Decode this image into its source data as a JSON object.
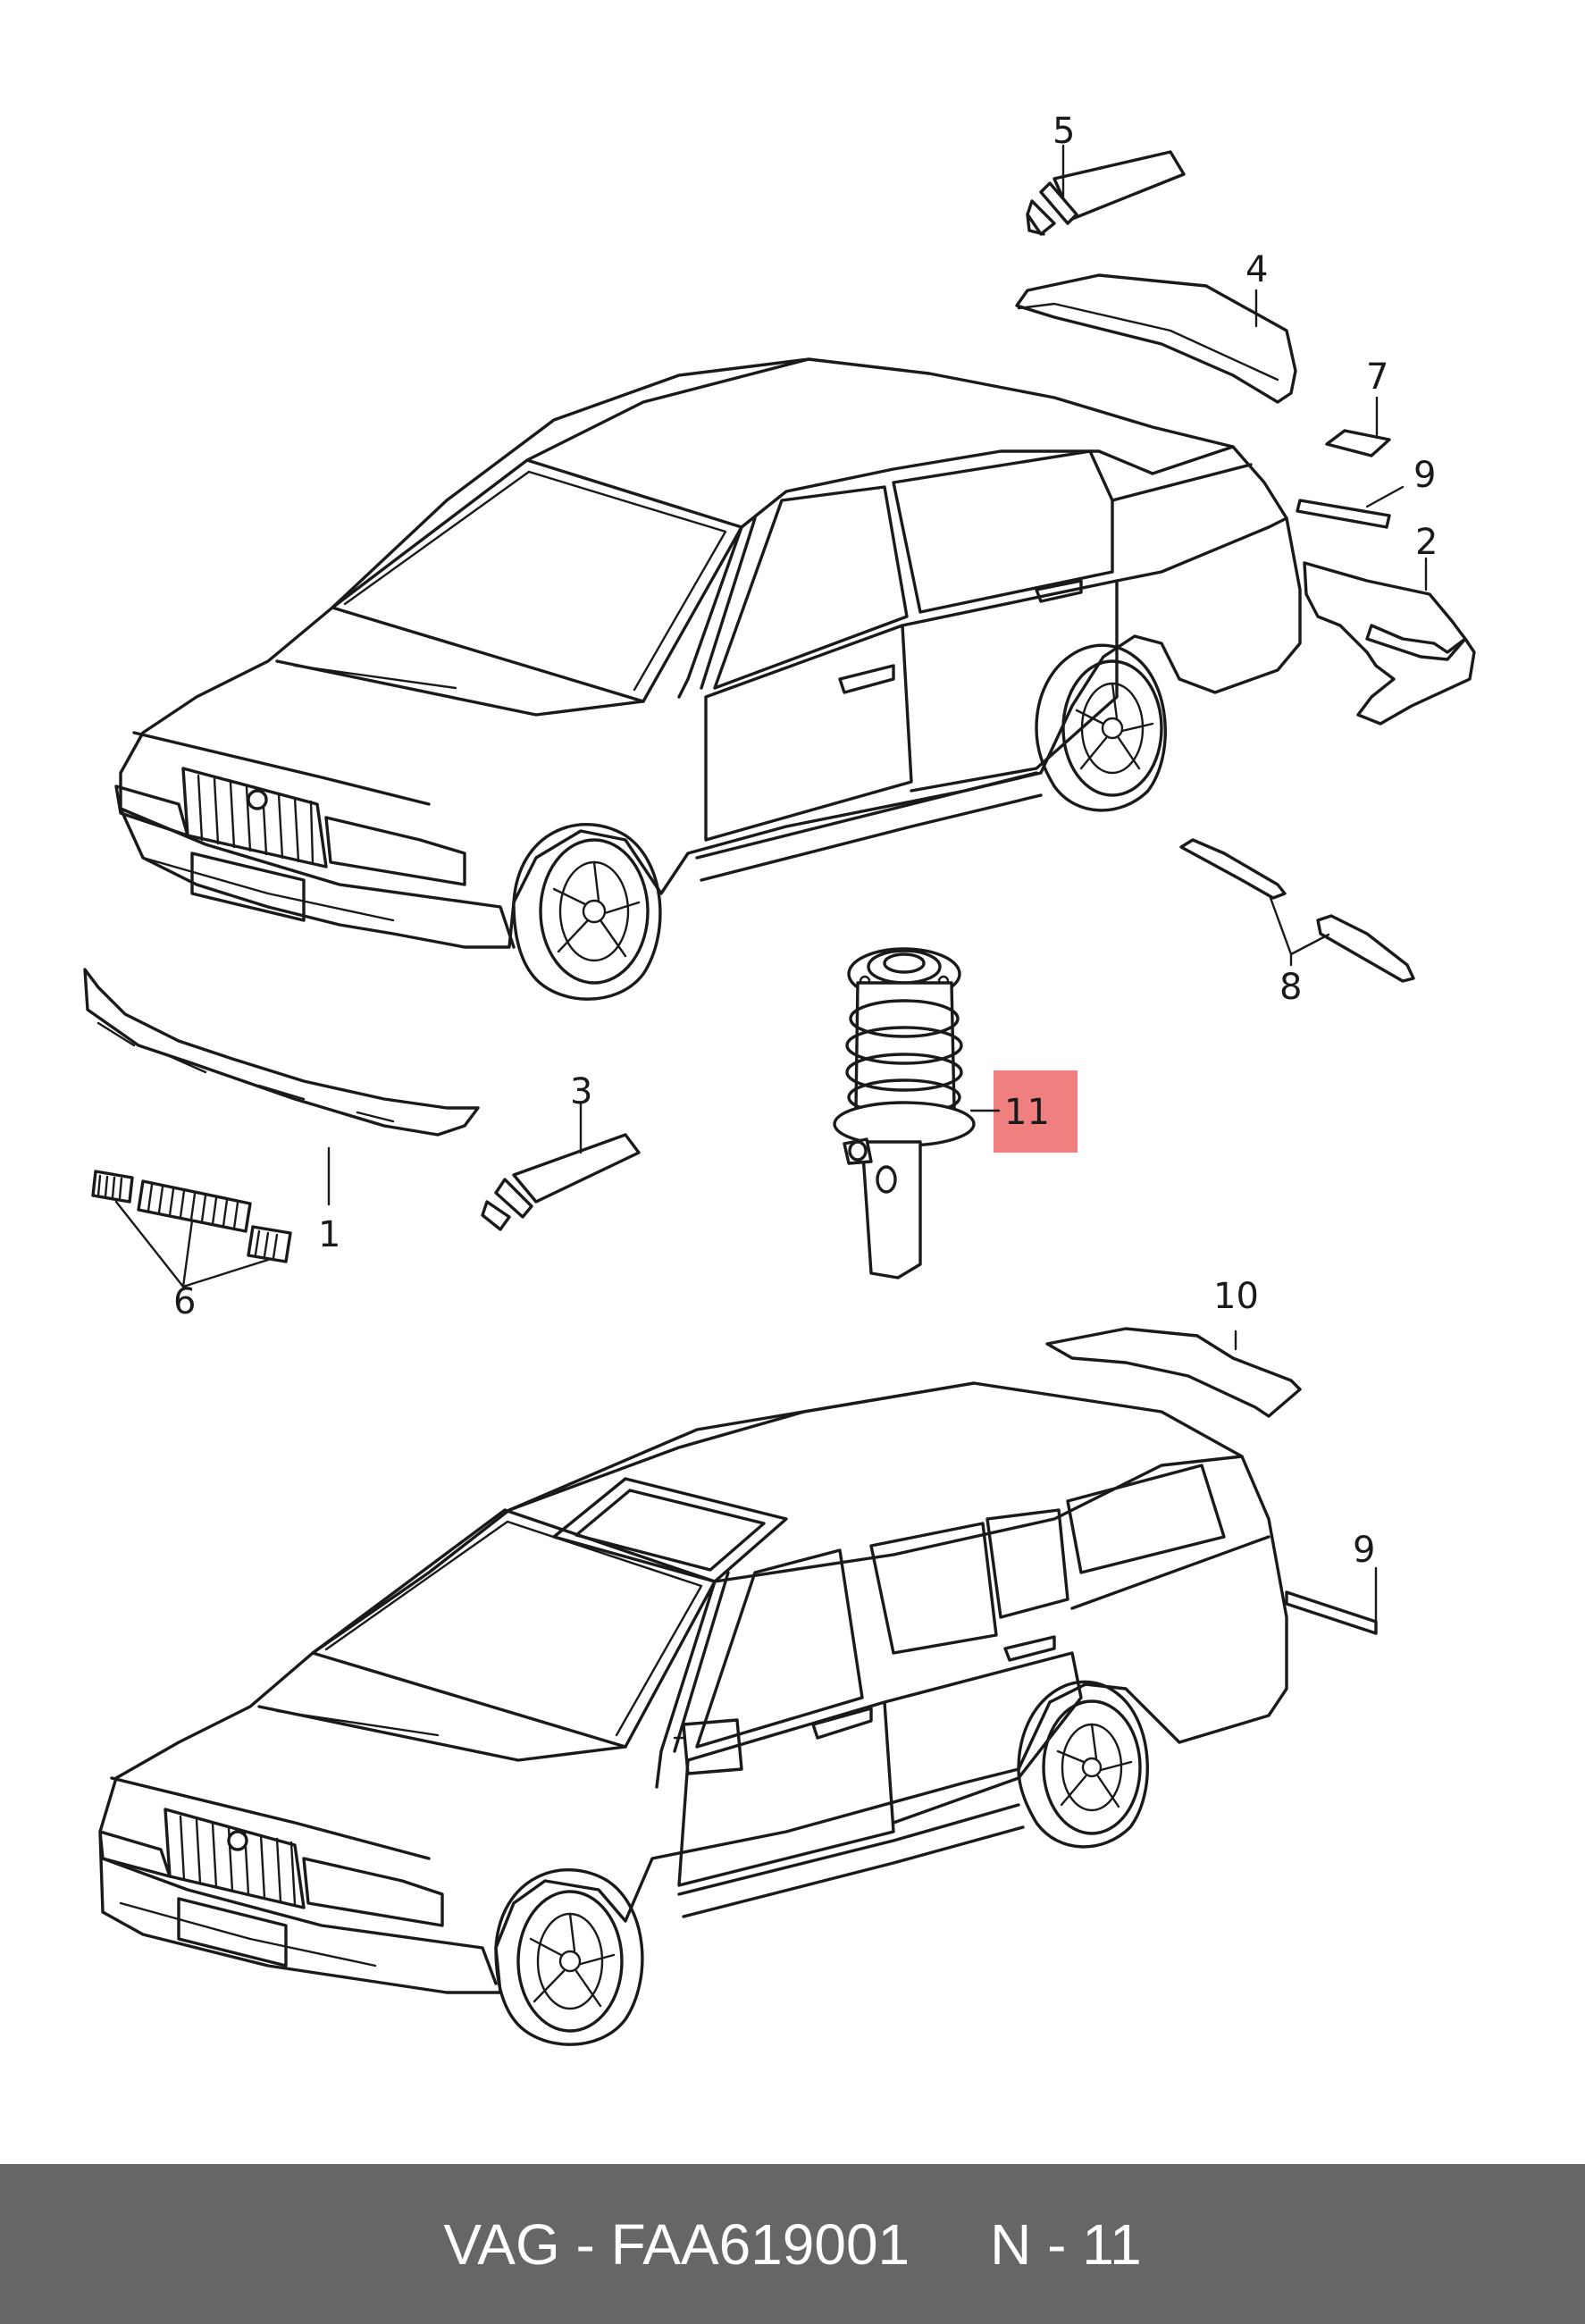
{
  "diagram": {
    "callouts": [
      {
        "id": "1",
        "text": "1"
      },
      {
        "id": "2",
        "text": "2"
      },
      {
        "id": "3",
        "text": "3"
      },
      {
        "id": "4",
        "text": "4"
      },
      {
        "id": "5",
        "text": "5"
      },
      {
        "id": "6",
        "text": "6"
      },
      {
        "id": "7",
        "text": "7"
      },
      {
        "id": "8",
        "text": "8"
      },
      {
        "id": "9a",
        "text": "9"
      },
      {
        "id": "9b",
        "text": "9"
      },
      {
        "id": "10",
        "text": "10"
      },
      {
        "id": "11",
        "text": "11"
      }
    ],
    "highlight": {
      "callout": "11",
      "color": "#f08080"
    }
  },
  "footer": {
    "brand": "VAG",
    "sep1": "-",
    "part_number": "FAA619001",
    "ref_prefix": "N",
    "sep2": "-",
    "ref_number": "11"
  },
  "colors": {
    "footer_bg": "#666666",
    "footer_text": "#ffffff",
    "drawing": "#1a1a1a"
  }
}
